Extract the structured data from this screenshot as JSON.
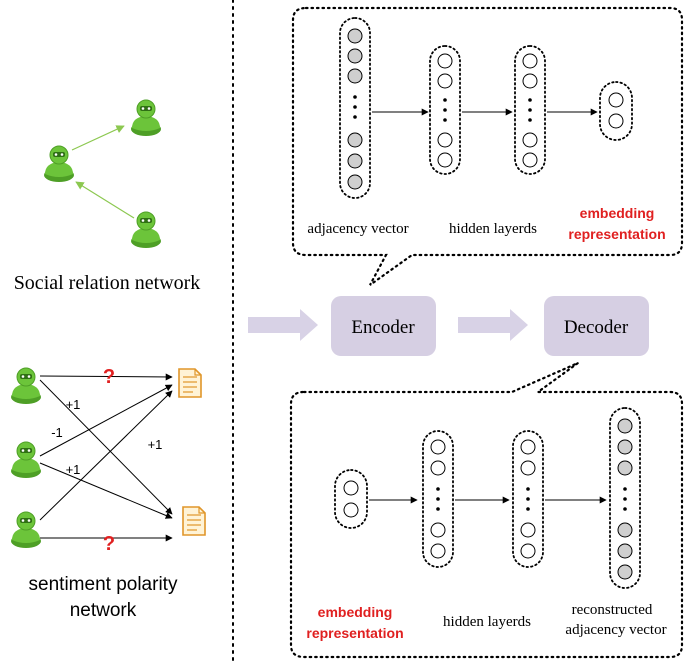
{
  "left_panel": {
    "social_network": {
      "title": "Social relation network"
    },
    "sentiment_network": {
      "title_line1": "sentiment polarity",
      "title_line2": "network",
      "edge_labels": [
        "+1",
        "-1",
        "+1",
        "+1"
      ],
      "unknown_marks": [
        "?",
        "?"
      ]
    }
  },
  "pipeline": {
    "encoder_label": "Encoder",
    "decoder_label": "Decoder",
    "box_color": "#d6cfe3",
    "arrow_color": "#d8d2e6"
  },
  "encoder_detail": {
    "label_input": "adjacency vector",
    "label_hidden": "hidden layerds",
    "label_embed_line1": "embedding",
    "label_embed_line2": "representation"
  },
  "decoder_detail": {
    "label_embed_line1": "embedding",
    "label_embed_line2": "representation",
    "label_hidden": "hidden layerds",
    "label_output_line1": "reconstructed",
    "label_output_line2": "adjacency vector"
  },
  "colors": {
    "highlight_text": "#e02020",
    "question_mark": "#e02020",
    "user_icon": "#5cb82e",
    "social_edge": "#8cc850",
    "filled_node": "#cfcfcf",
    "document_icon": "#f0b45a"
  },
  "icons": [
    "user-icon",
    "document-icon"
  ]
}
